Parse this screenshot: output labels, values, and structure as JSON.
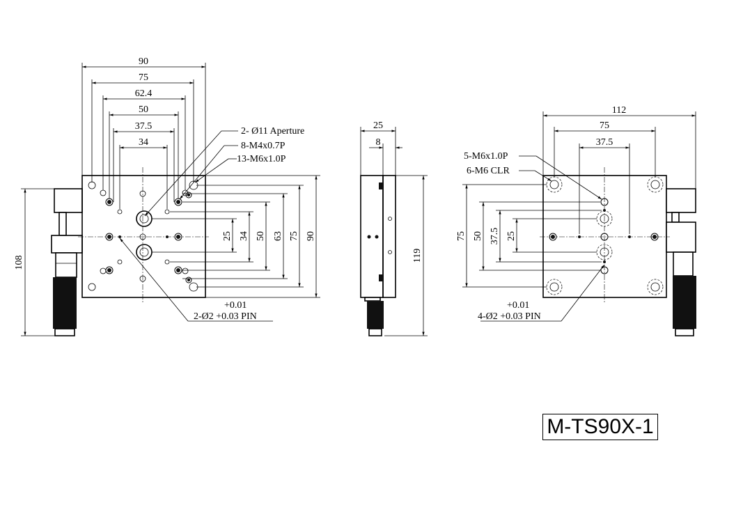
{
  "model": "M-TS90X-1",
  "top_view": {
    "dims_horizontal": [
      "90",
      "75",
      "62.4",
      "50",
      "37.5",
      "34"
    ],
    "dims_vertical": [
      "25",
      "34",
      "50",
      "63",
      "75",
      "90"
    ],
    "overall_height": "108",
    "callouts": [
      "2- Ø11 Aperture",
      "8-M4x0.7P",
      "13-M6x1.0P"
    ],
    "tolerance": "+0.01",
    "pin_note": "2-Ø2 +0.03 PIN"
  },
  "side_view": {
    "dims_horizontal": [
      "25",
      "8"
    ],
    "overall_height": "119"
  },
  "bottom_view": {
    "dims_horizontal": [
      "112",
      "75",
      "37.5"
    ],
    "dims_vertical": [
      "75",
      "50",
      "37.5",
      "25"
    ],
    "callouts": [
      "5-M6x1.0P",
      "6-M6 CLR"
    ],
    "tolerance": "+0.01",
    "pin_note": "4-Ø2 +0.03 PIN"
  }
}
